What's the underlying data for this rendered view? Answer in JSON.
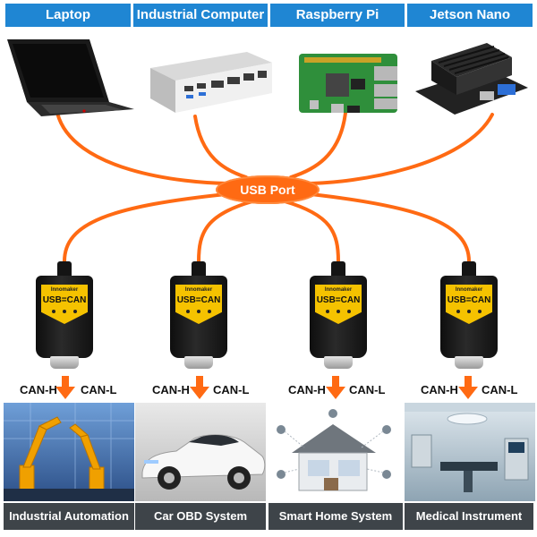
{
  "top_labels": [
    "Laptop",
    "Industrial Computer",
    "Raspberry Pi",
    "Jetson Nano"
  ],
  "hub": {
    "label": "USB Port"
  },
  "adapter": {
    "brand": "Innomaker",
    "model": "USB=CAN"
  },
  "can": {
    "high": "CAN-H",
    "low": "CAN-L"
  },
  "bottom_labels": [
    "Industrial Automation",
    "Car OBD System",
    "Smart Home System",
    "Medical Instrument"
  ],
  "colors": {
    "accent_blue": "#1f86d3",
    "cable_orange": "#ff6a13",
    "badge_yellow": "#f5c200",
    "label_gray": "#3e4449"
  }
}
